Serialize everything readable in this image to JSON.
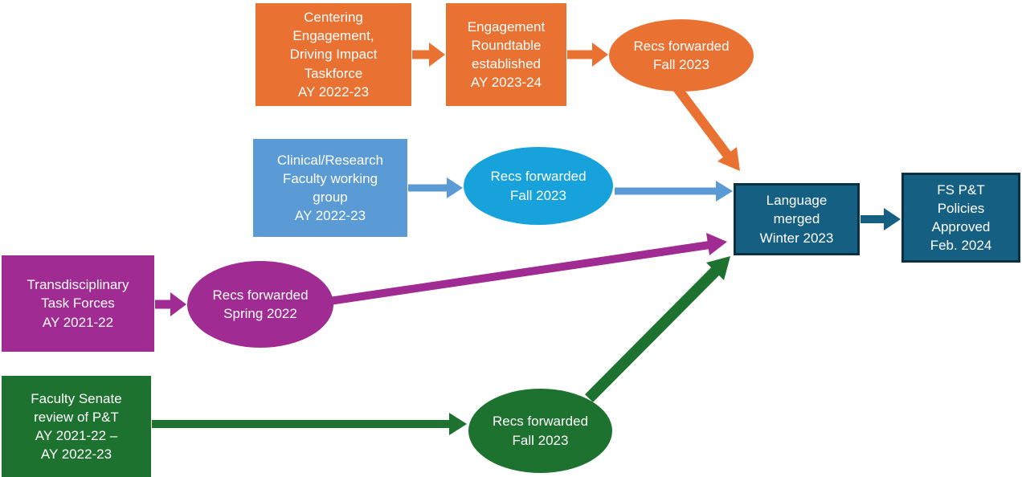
{
  "colors": {
    "orange": "#E97132",
    "blue": "#5B9BD5",
    "cyan": "#17A2DC",
    "magenta": "#A02B93",
    "green": "#1D7230",
    "teal": "#156082",
    "teal_border": "#0A3142",
    "text": "#FFFFFF",
    "background": "#FFFFFF"
  },
  "nodes": {
    "engagement_taskforce": {
      "shape": "box",
      "color": "orange",
      "lines": [
        "Centering",
        "Engagement,",
        "Driving Impact",
        "Taskforce",
        "AY 2022-23"
      ]
    },
    "engagement_roundtable": {
      "shape": "box",
      "color": "orange",
      "lines": [
        "Engagement",
        "Roundtable",
        "established",
        "AY 2023-24"
      ]
    },
    "engagement_recs": {
      "shape": "ellipse",
      "color": "orange",
      "lines": [
        "Recs forwarded",
        "Fall 2023"
      ]
    },
    "clinical_group": {
      "shape": "box",
      "color": "blue",
      "lines": [
        "Clinical/Research",
        "Faculty working",
        "group",
        "AY 2022-23"
      ]
    },
    "clinical_recs": {
      "shape": "ellipse",
      "color": "cyan",
      "lines": [
        "Recs forwarded",
        "Fall 2023"
      ]
    },
    "transdisciplinary_taskforces": {
      "shape": "box",
      "color": "magenta",
      "lines": [
        "Transdisciplinary",
        "Task Forces",
        "AY 2021-22"
      ]
    },
    "transdisciplinary_recs": {
      "shape": "ellipse",
      "color": "magenta",
      "lines": [
        "Recs forwarded",
        "Spring 2022"
      ]
    },
    "faculty_senate_review": {
      "shape": "box",
      "color": "green",
      "lines": [
        "Faculty Senate",
        "review of P&T",
        "AY 2021-22 –",
        "AY 2022-23"
      ]
    },
    "senate_recs": {
      "shape": "ellipse",
      "color": "green",
      "lines": [
        "Recs forwarded",
        "Fall 2023"
      ]
    },
    "language_merged": {
      "shape": "box",
      "color": "teal",
      "lines": [
        "Language",
        "merged",
        "Winter 2023"
      ]
    },
    "policies_approved": {
      "shape": "box",
      "color": "teal",
      "lines": [
        "FS P&T",
        "Policies",
        "Approved",
        "Feb. 2024"
      ]
    }
  },
  "edges": [
    {
      "from": "engagement_taskforce",
      "to": "engagement_roundtable",
      "color": "orange"
    },
    {
      "from": "engagement_roundtable",
      "to": "engagement_recs",
      "color": "orange"
    },
    {
      "from": "engagement_recs",
      "to": "language_merged",
      "color": "orange"
    },
    {
      "from": "clinical_group",
      "to": "clinical_recs",
      "color": "blue"
    },
    {
      "from": "clinical_recs",
      "to": "language_merged",
      "color": "blue"
    },
    {
      "from": "transdisciplinary_taskforces",
      "to": "transdisciplinary_recs",
      "color": "magenta"
    },
    {
      "from": "transdisciplinary_recs",
      "to": "language_merged",
      "color": "magenta"
    },
    {
      "from": "faculty_senate_review",
      "to": "senate_recs",
      "color": "green"
    },
    {
      "from": "senate_recs",
      "to": "language_merged",
      "color": "green"
    },
    {
      "from": "language_merged",
      "to": "policies_approved",
      "color": "teal"
    }
  ]
}
